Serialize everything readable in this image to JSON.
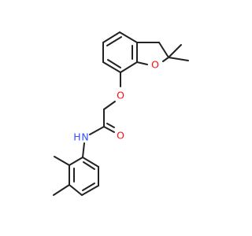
{
  "molecule": {
    "atom_labels": {
      "ring_oxygen": "O",
      "ether_oxygen": "O",
      "carbonyl_oxygen": "O",
      "amide_nitrogen": "N",
      "amide_hydrogen": "H"
    },
    "colors": {
      "bond": "#222222",
      "oxygen": "#ff0d0d",
      "nitrogen": "#3050f8",
      "carbon": "#222222"
    }
  }
}
